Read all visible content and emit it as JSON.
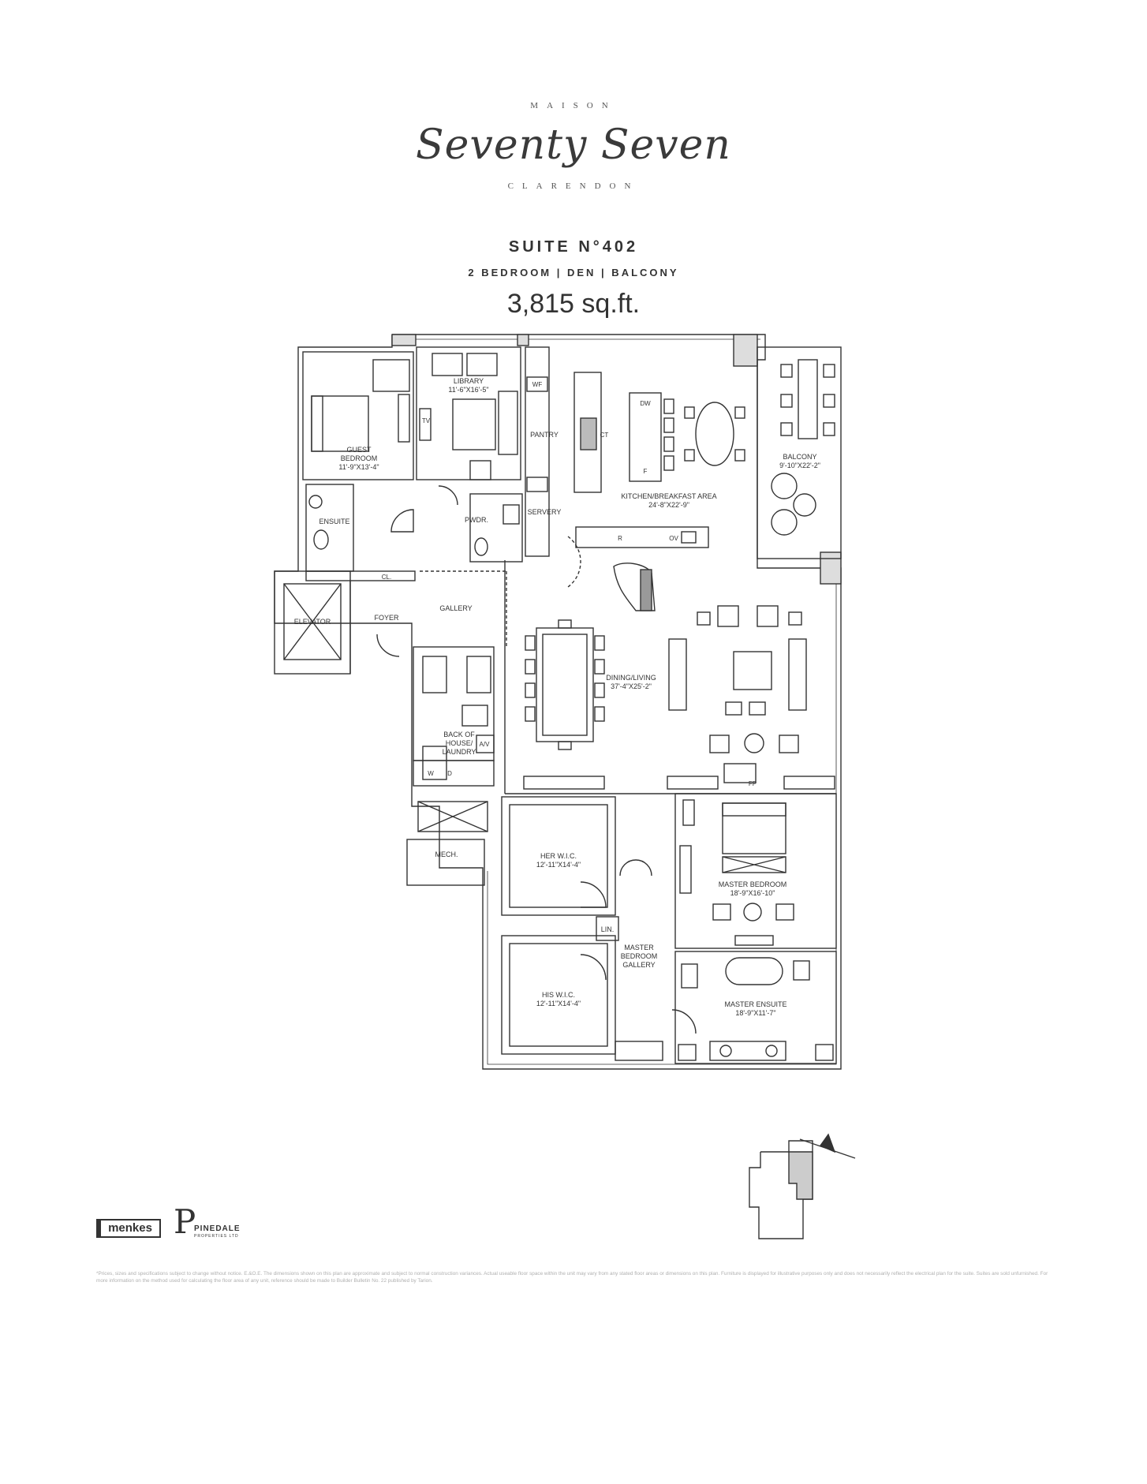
{
  "brand": {
    "top_word": "MAISON",
    "script_name": "Seventy Seven",
    "bottom_word": "CLARENDON"
  },
  "suite": {
    "title": "SUITE N°402",
    "subtitle": "2 BEDROOM  |  DEN  |  BALCONY",
    "area": "3,815 sq.ft."
  },
  "rooms": {
    "guest_bedroom": {
      "name_line1": "GUEST",
      "name_line2": "BEDROOM",
      "dims": "11'-9\"X13'-4\""
    },
    "library": {
      "name": "LIBRARY",
      "dims": "11'-6\"X16'-5\""
    },
    "kitchen": {
      "name": "KITCHEN/BREAKFAST AREA",
      "dims": "24'-8\"X22'-9\""
    },
    "balcony": {
      "name": "BALCONY",
      "dims": "9'-10\"X22'-2\""
    },
    "ensuite": "ENSUITE",
    "pwdr": "PWDR.",
    "pantry": "PANTRY",
    "servery": "SERVERY",
    "elevator": "ELEVATOR",
    "foyer": "FOYER",
    "gallery": "GALLERY",
    "dining_living": {
      "name": "DINING/LIVING",
      "dims": "37'-4\"X25'-2\""
    },
    "back_of_house": {
      "line1": "BACK OF",
      "line2": "HOUSE/",
      "line3": "LAUNDRY"
    },
    "mech": "MECH.",
    "her_wic": {
      "name": "HER W.I.C.",
      "dims": "12'-11\"X14'-4\""
    },
    "his_wic": {
      "name": "HIS W.I.C.",
      "dims": "12'-11\"X14'-4\""
    },
    "lin": "LIN.",
    "master_gallery": {
      "line1": "MASTER",
      "line2": "BEDROOM",
      "line3": "GALLERY"
    },
    "master_bedroom": {
      "name": "MASTER BEDROOM",
      "dims": "18'-9\"X16'-10\""
    },
    "master_ensuite": {
      "name": "MASTER ENSUITE",
      "dims": "18'-9\"X11'-7\""
    }
  },
  "fixtures": {
    "tv": "TV",
    "wf": "WF",
    "ct": "CT",
    "dw": "DW",
    "f": "F",
    "r": "R",
    "ov": "OV",
    "cl": "CL.",
    "av": "A/V",
    "w": "W",
    "d": "D",
    "fp": "FP"
  },
  "developers": {
    "menkes": "menkes",
    "pinedale_letter": "P",
    "pinedale_name": "PINEDALE",
    "pinedale_sub": "PROPERTIES LTD"
  },
  "disclaimer": "*Prices, sizes and specifications subject to change without notice. E.&O.E. The dimensions shown on this plan are approximate and subject to normal construction variances. Actual useable floor space within the unit may vary from any stated floor areas or dimensions on this plan. Furniture is displayed for illustrative purposes only and does not necessarily reflect the electrical plan for the suite. Suites are sold unfurnished. For more information on the method used for calculating the floor area of any unit, reference should be made to Builder Bulletin No. 22 published by Tarion."
}
